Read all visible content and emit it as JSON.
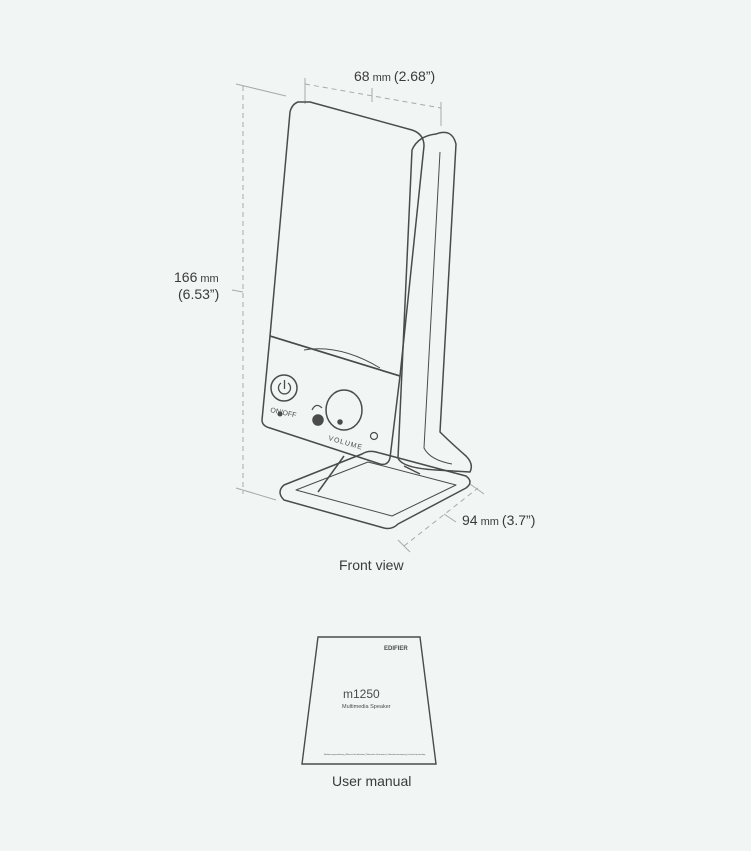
{
  "dimensions": {
    "width": {
      "value": "68",
      "unit": "mm",
      "imperial": "(2.68”)"
    },
    "height": {
      "value": "166",
      "unit": "mm",
      "imperial": "(6.53”)"
    },
    "depth": {
      "value": "94",
      "unit": "mm",
      "imperial": "(3.7”)"
    }
  },
  "speaker": {
    "power_label": "ON/OFF",
    "volume_label": "VOLUME"
  },
  "captions": {
    "front_view": "Front view",
    "user_manual": "User manual"
  },
  "manual": {
    "brand": "EDIFIER",
    "model": "m1250",
    "subtitle": "Multimedia Speaker",
    "footer": "Bedienungsanleitung | Manuel d'utilisation | Manuale d'istruzioni | Gebruiksaanwijzing | Instrukcja obsługi"
  },
  "colors": {
    "background": "#f1f5f3",
    "line": "#4a4c4c",
    "dimension_line": "#9ea3a1"
  }
}
